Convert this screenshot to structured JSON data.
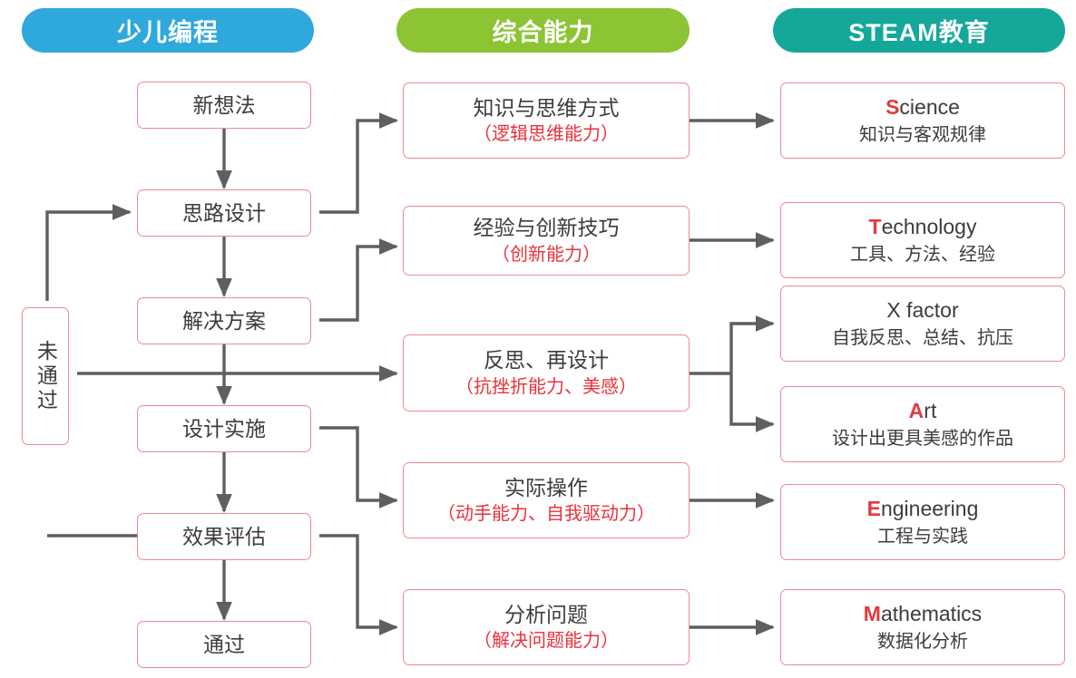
{
  "headers": [
    {
      "id": "kids-coding",
      "label": "少儿编程",
      "color": "#2FA8DC"
    },
    {
      "id": "comprehensive-ability",
      "label": "综合能力",
      "color": "#8CC434"
    },
    {
      "id": "steam-education",
      "label": "STEAM教育",
      "color": "#15A89A"
    }
  ],
  "flow": {
    "items": [
      {
        "id": "new-idea",
        "label": "新想法"
      },
      {
        "id": "idea-design",
        "label": "思路设计"
      },
      {
        "id": "solution",
        "label": "解决方案"
      },
      {
        "id": "design-implementation",
        "label": "设计实施"
      },
      {
        "id": "effect-evaluation",
        "label": "效果评估"
      },
      {
        "id": "passed",
        "label": "通过"
      }
    ],
    "reject": {
      "id": "not-passed",
      "label": "未通过"
    }
  },
  "abilities": [
    {
      "id": "knowledge-thinking",
      "title": "知识与思维方式",
      "note": "（逻辑思维能力）"
    },
    {
      "id": "experience-innovation",
      "title": "经验与创新技巧",
      "note": "（创新能力）"
    },
    {
      "id": "reflect-redesign",
      "title": "反思、再设计",
      "note": "（抗挫折能力、美感）"
    },
    {
      "id": "hands-on",
      "title": "实际操作",
      "note": "（动手能力、自我驱动力）"
    },
    {
      "id": "analyze-problem",
      "title": "分析问题",
      "note": "（解决问题能力）"
    }
  ],
  "steam": [
    {
      "id": "science",
      "cap": "S",
      "rest": "cience",
      "cn": "知识与客观规律"
    },
    {
      "id": "technology",
      "cap": "T",
      "rest": "echnology",
      "cn": "工具、方法、经验"
    },
    {
      "id": "x-factor",
      "cap": "",
      "rest": "X factor",
      "cn": "自我反思、总结、抗压"
    },
    {
      "id": "art",
      "cap": "A",
      "rest": "rt",
      "cn": "设计出更具美感的作品"
    },
    {
      "id": "engineering",
      "cap": "E",
      "rest": "ngineering",
      "cn": "工程与实践"
    },
    {
      "id": "mathematics",
      "cap": "M",
      "rest": "athematics",
      "cn": "数据化分析"
    }
  ],
  "colors": {
    "card_border": "#EE8A8E",
    "note_text": "#E8333C",
    "cap_text": "#E03A3F",
    "wire": "#5F5F5F",
    "body_text": "#3c3c3c"
  }
}
